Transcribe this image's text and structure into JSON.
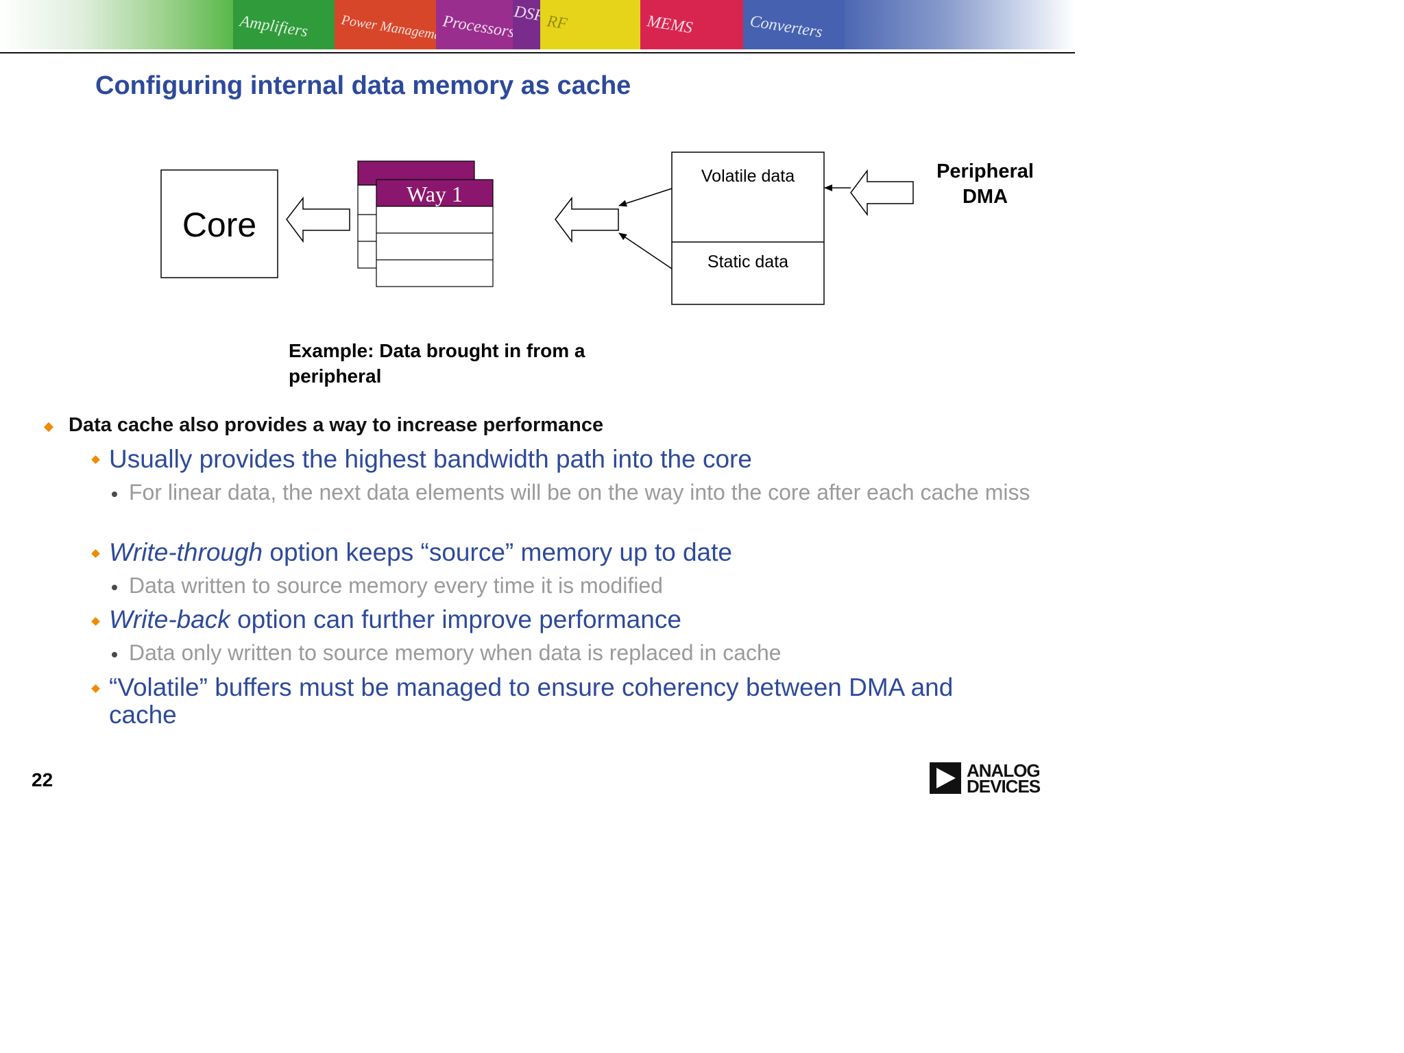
{
  "banner": {
    "tiles": [
      {
        "label": "Amplifiers",
        "color": "#2f9b3a"
      },
      {
        "label": "Power Management",
        "color": "#d8462a"
      },
      {
        "label": "Processors",
        "color": "#9a2e8e"
      },
      {
        "label": "DSP",
        "color": "#7a2c8c"
      },
      {
        "label": "RF",
        "color": "#e5d419"
      },
      {
        "label": "MEMS",
        "color": "#d8254f"
      },
      {
        "label": "Converters",
        "color": "#4561b0"
      }
    ]
  },
  "slide": {
    "title": "Configuring internal data memory as cache",
    "page_number": "22"
  },
  "diagram": {
    "core_label": "Core",
    "way_label": "Way 1",
    "volatile_label": "Volatile data",
    "static_label": "Static data",
    "peripheral_label_line1": "Peripheral",
    "peripheral_label_line2": "DMA",
    "caption": "Example: Data brought in from a peripheral",
    "way_color": "#8b166e"
  },
  "bullets": {
    "b1": "Data cache also provides a way to increase performance",
    "b2": "Usually provides the highest bandwidth path into the core",
    "b2_sub": "For linear data, the next data elements will be on the way into the core after each cache miss",
    "b3_italic": "Write-through",
    "b3_rest": " option keeps “source” memory up to date",
    "b3_sub": "Data written to source memory every time it is modified",
    "b4_italic": "Write-back",
    "b4_rest": " option can further improve performance",
    "b4_sub": "Data only written to source memory when data is replaced in cache",
    "b5": "“Volatile” buffers must be managed to ensure coherency between DMA and cache"
  },
  "logo": {
    "line1": "ANALOG",
    "line2": "DEVICES"
  }
}
